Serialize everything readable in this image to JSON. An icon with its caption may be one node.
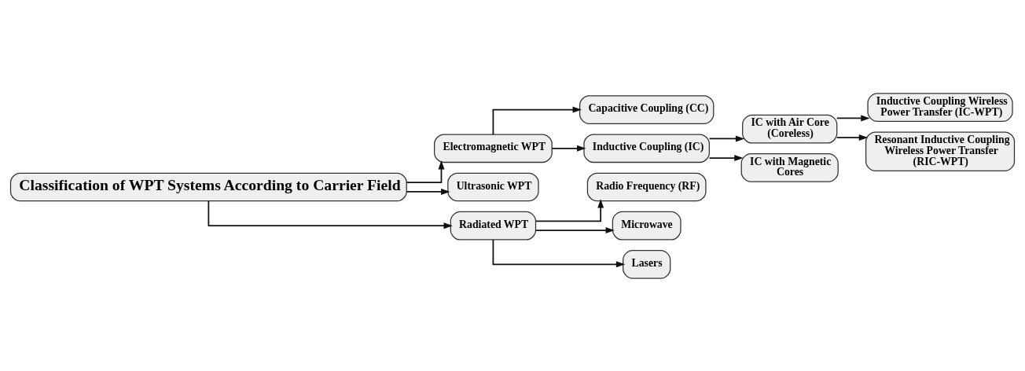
{
  "diagram": {
    "nodes": [
      {
        "text": [
          "Classification of WPT Systems According to Carrier Field"
        ]
      },
      {
        "text": [
          "Electromagnetic WPT"
        ]
      },
      {
        "text": [
          "Ultrasonic WPT"
        ]
      },
      {
        "text": [
          "Radiated WPT"
        ]
      },
      {
        "text": [
          "Capacitive Coupling (CC)"
        ]
      },
      {
        "text": [
          "Inductive Coupling (IC)"
        ]
      },
      {
        "text": [
          "IC with Air Core (Coreless)"
        ]
      },
      {
        "text": [
          "IC with Magnetic Cores"
        ]
      },
      {
        "text": [
          "Inductive Coupling Wireless Power Transfer (IC-WPT)"
        ]
      },
      {
        "text": [
          "Resonant Inductive Coupling Wireless Power Transfer (RIC-WPT)"
        ]
      },
      {
        "text": [
          "Radio Frequency (RF)"
        ]
      },
      {
        "text": [
          "Microwave"
        ]
      },
      {
        "text": [
          "Lasers"
        ]
      }
    ],
    "edges": [
      {
        "from": 0,
        "to": 1,
        "arrow": "to"
      },
      {
        "from": 0,
        "to": 2,
        "arrow": "to"
      },
      {
        "from": 0,
        "to": 3,
        "arrow": "to"
      },
      {
        "from": 1,
        "to": 4,
        "arrow": "to"
      },
      {
        "from": 1,
        "to": 5,
        "arrow": "to"
      },
      {
        "from": 5,
        "to": 6,
        "arrow": "to"
      },
      {
        "from": 5,
        "to": 7,
        "arrow": "to"
      },
      {
        "from": 6,
        "to": 8,
        "arrow": "to"
      },
      {
        "from": 6,
        "to": 9,
        "arrow": "to"
      },
      {
        "from": 3,
        "to": 10,
        "arrow": "to"
      },
      {
        "from": 3,
        "to": 11,
        "arrow": "to"
      },
      {
        "from": 3,
        "to": 12,
        "arrow": "to"
      }
    ]
  }
}
